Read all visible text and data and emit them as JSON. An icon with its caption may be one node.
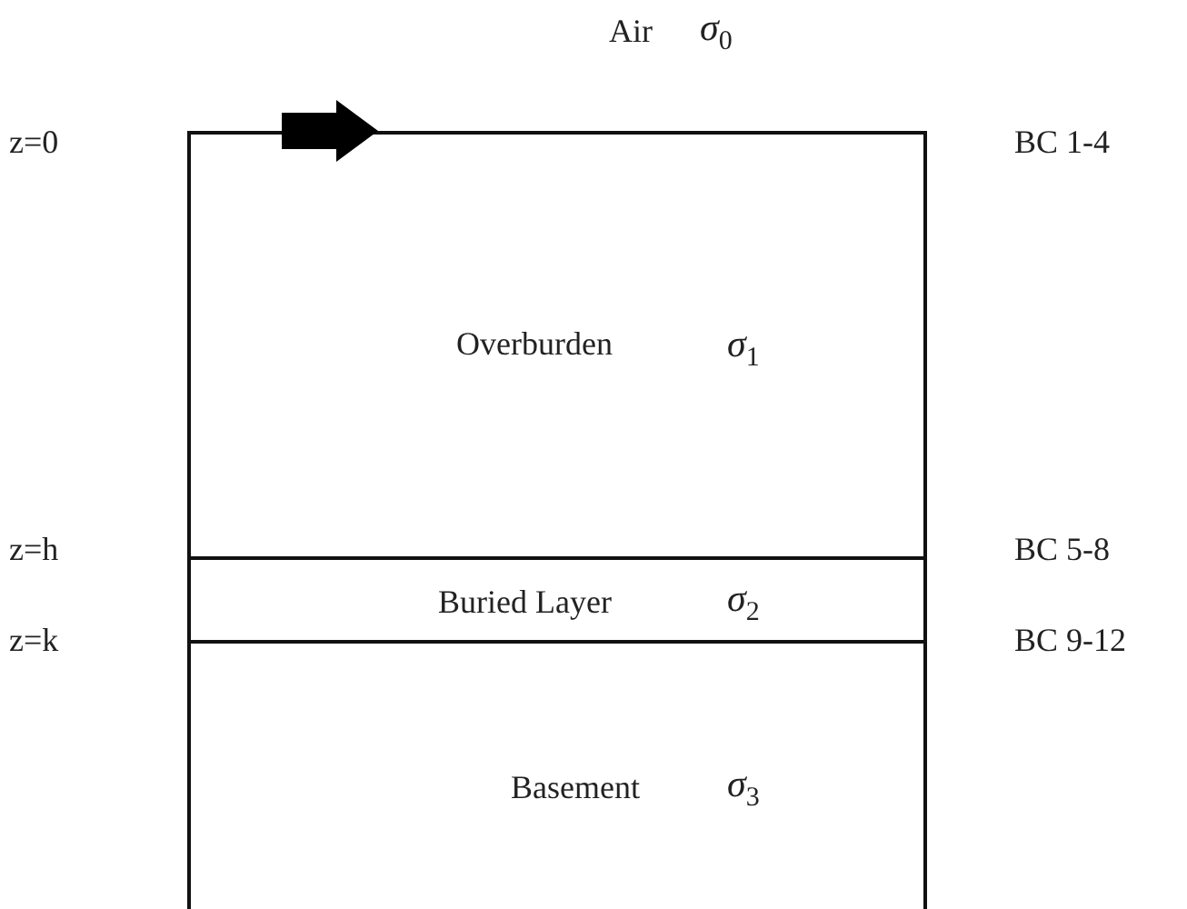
{
  "diagram": {
    "nodes": [
      {
        "text": [
          "Air",
          "σ$_{0}$"
        ]
      },
      {
        "text": [
          "Overburden",
          "σ$_{1}$"
        ]
      },
      {
        "text": [
          "Buried Layer",
          "σ$_{2}$"
        ]
      },
      {
        "text": [
          "Basement",
          "σ$_{3}$"
        ]
      }
    ],
    "labels": [
      "z=0",
      "BC 1-4",
      "z=h",
      "BC 5-8",
      "z=k",
      "BC 9-12"
    ]
  }
}
